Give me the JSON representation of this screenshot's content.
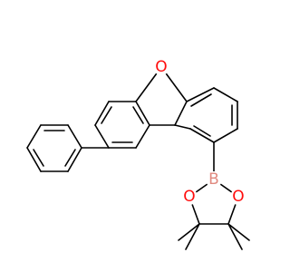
{
  "molecule": {
    "atoms": {
      "oxygen_furan": "O",
      "boron": "B",
      "oxygen_dioxaborolane_left": "O",
      "oxygen_dioxaborolane_right": "O"
    },
    "colors": {
      "oxygen": "#ff0d0d",
      "boron": "#e08a80",
      "bond": "#000000",
      "background": "#ffffff"
    }
  }
}
